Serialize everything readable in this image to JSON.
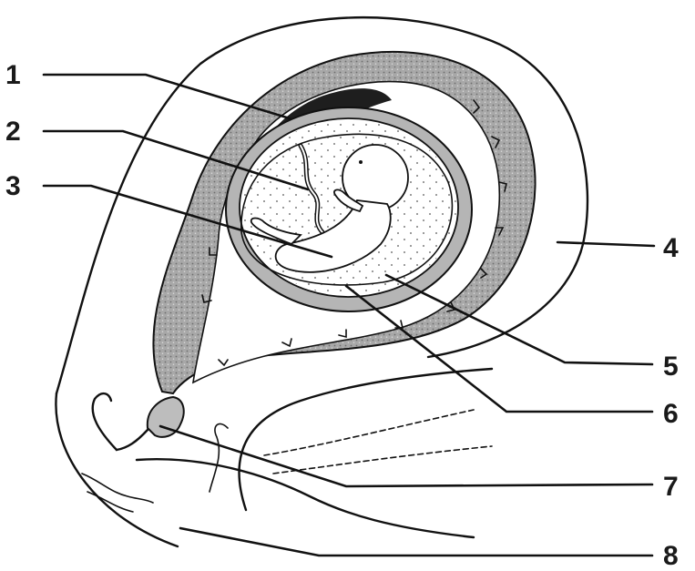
{
  "diagram": {
    "labels": [
      {
        "id": "1",
        "text": "1"
      },
      {
        "id": "2",
        "text": "2"
      },
      {
        "id": "3",
        "text": "3"
      },
      {
        "id": "4",
        "text": "4"
      },
      {
        "id": "5",
        "text": "5"
      },
      {
        "id": "6",
        "text": "6"
      },
      {
        "id": "7",
        "text": "7"
      },
      {
        "id": "8",
        "text": "8"
      }
    ],
    "colors": {
      "stroke": "#111111",
      "wall_fill": "#9a9a9a",
      "placenta_fill": "#1e1e1e",
      "background": "#ffffff"
    }
  }
}
